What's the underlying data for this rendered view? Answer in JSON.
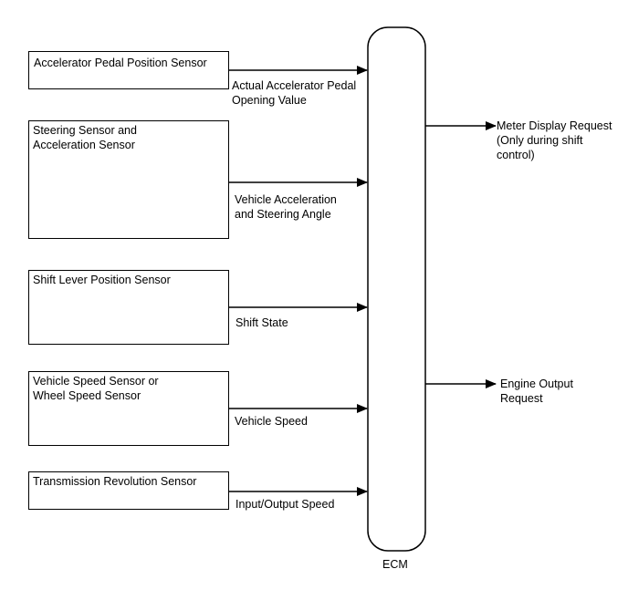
{
  "ecm": {
    "label": "ECM"
  },
  "sensors": [
    {
      "name": "Accelerator Pedal Position Sensor",
      "signal": "Actual Accelerator Pedal\nOpening Value"
    },
    {
      "name": "Steering Sensor and\nAcceleration Sensor",
      "signal": "Vehicle Acceleration\nand Steering Angle"
    },
    {
      "name": "Shift Lever Position Sensor",
      "signal": "Shift State"
    },
    {
      "name": "Vehicle Speed Sensor or\nWheel Speed Sensor",
      "signal": "Vehicle Speed"
    },
    {
      "name": "Transmission Revolution Sensor",
      "signal": "Input/Output Speed"
    }
  ],
  "outputs": [
    {
      "label": "Meter Display Request\n(Only during shift\ncontrol)"
    },
    {
      "label": "Engine Output\nRequest"
    }
  ]
}
